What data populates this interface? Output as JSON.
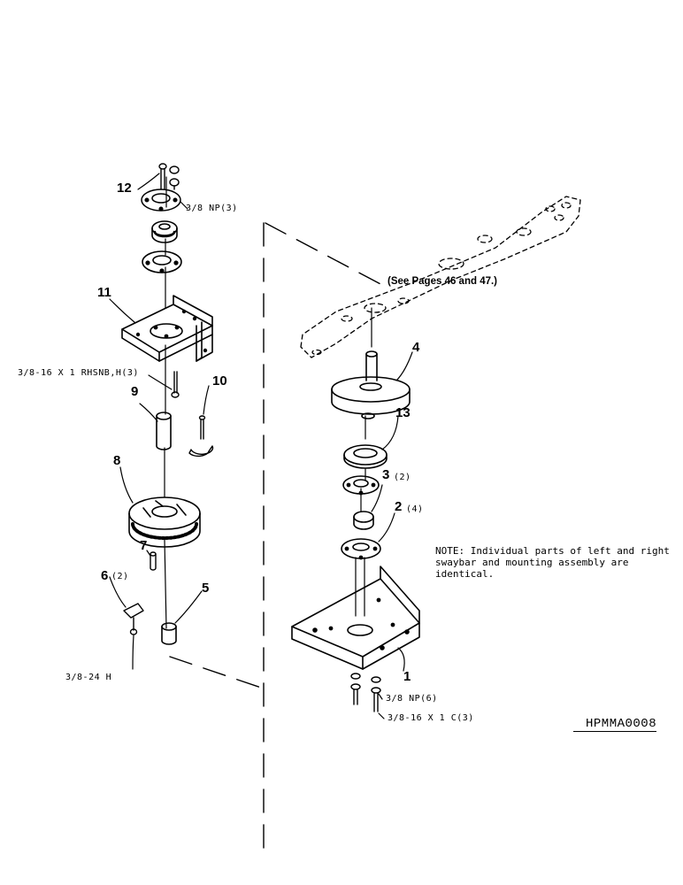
{
  "diagram": {
    "part_numbers": {
      "p1": "1",
      "p2": "2",
      "p3": "3",
      "p4": "4",
      "p5": "5",
      "p6": "6",
      "p7": "7",
      "p8": "8",
      "p9": "9",
      "p10": "10",
      "p11": "11",
      "p12": "12",
      "p13": "13"
    },
    "quantities": {
      "q2": "(4)",
      "q3": "(2)",
      "q6": "(2)"
    },
    "hardware": {
      "np_top": "3/8 NP(3)",
      "rhsnb": "3/8-16 X 1 RHSNB,H(3)",
      "h24": "3/8-24 H",
      "np_bottom": "3/8 NP(6)",
      "c_bolt": "3/8-16 X 1 C(3)"
    },
    "see_pages": "(See Pages 46 and 47.)",
    "note": "NOTE: Individual parts of left and right swaybar and mounting assembly are identical.",
    "drawing_code": "HPMMA0008"
  }
}
